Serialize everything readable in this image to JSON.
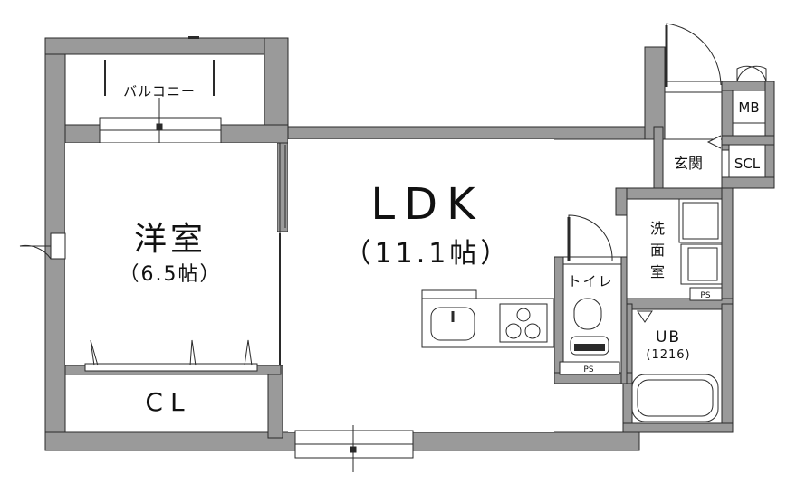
{
  "rooms": {
    "balcony": "バルコニー",
    "western_room": {
      "name": "洋室",
      "size": "（6.5帖）"
    },
    "closet": "CL",
    "ldk": {
      "name": "LDK",
      "size": "（11.1帖）"
    },
    "toilet": "トイレ",
    "washroom": [
      "洗",
      "面",
      "室"
    ],
    "bath": {
      "name": "UB",
      "size": "(1216)"
    },
    "entrance": "玄関",
    "shoe_closet": "SCL",
    "meter_box": "MB",
    "pipe_space": "PS"
  },
  "colors": {
    "wall": "#9a9a9a",
    "wall_outline": "#2a2a2a",
    "background": "#ffffff"
  }
}
